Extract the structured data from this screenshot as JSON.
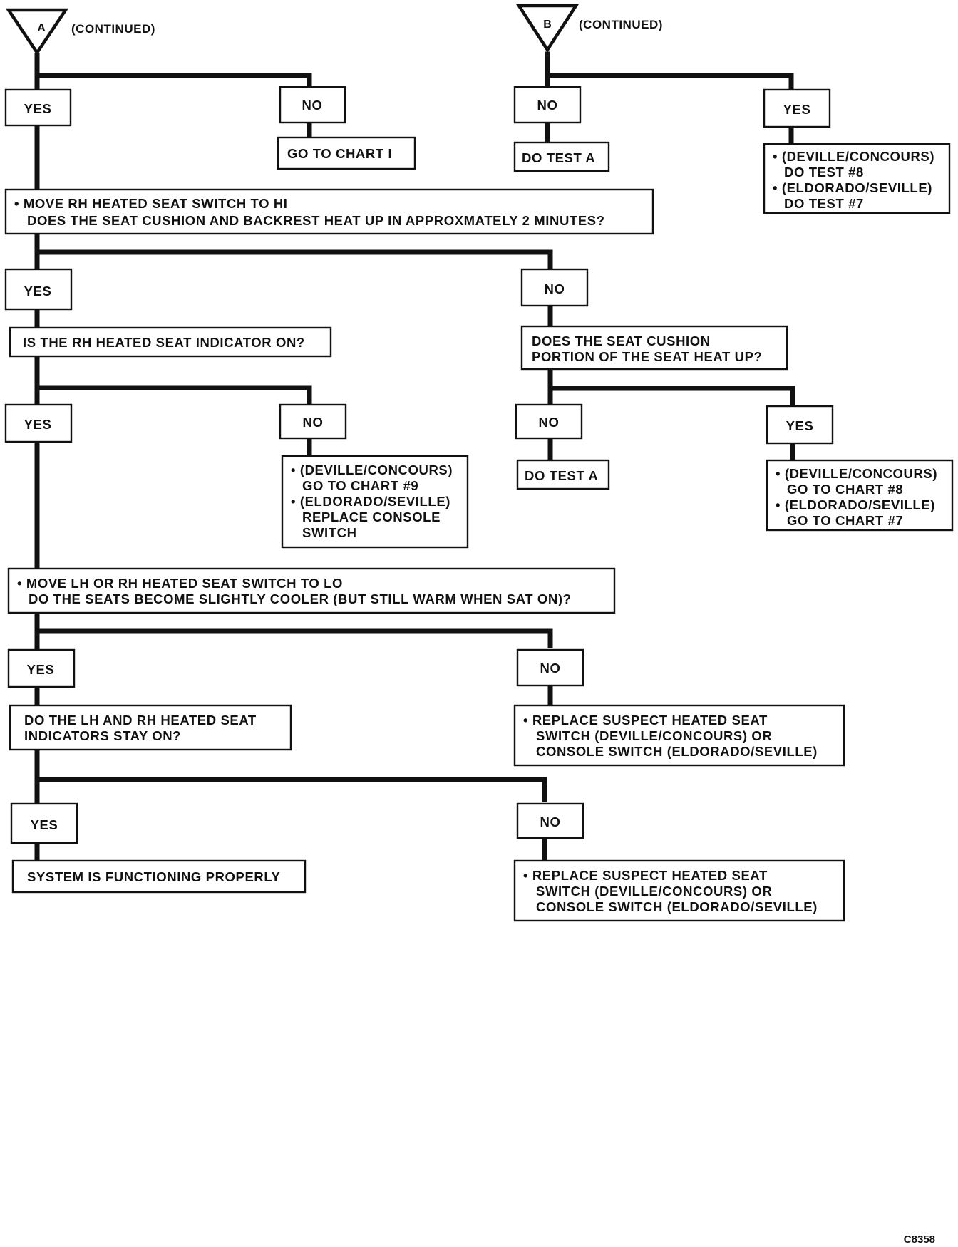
{
  "connectors": {
    "a": {
      "label": "A",
      "caption": "(CONTINUED)"
    },
    "b": {
      "label": "B",
      "caption": "(CONTINUED)"
    }
  },
  "branch_a": {
    "step1": {
      "yes": "YES",
      "no": "NO",
      "no_action": "GO TO CHART I"
    },
    "step2": {
      "question": [
        "• MOVE RH HEATED SEAT SWITCH TO HI",
        "DOES THE SEAT CUSHION AND BACKREST HEAT UP IN APPROXMATELY 2 MINUTES?"
      ],
      "yes": "YES",
      "no": "NO"
    },
    "step3": {
      "question": "IS THE RH HEATED SEAT INDICATOR ON?",
      "yes": "YES",
      "no": "NO",
      "no_action": [
        "• (DEVILLE/CONCOURS)",
        "GO TO CHART #9",
        "• (ELDORADO/SEVILLE)",
        "REPLACE CONSOLE",
        "SWITCH"
      ]
    },
    "step3b": {
      "question": [
        "DOES THE SEAT CUSHION",
        "PORTION OF THE SEAT HEAT UP?"
      ],
      "no": "NO",
      "no_action": "DO TEST A",
      "yes": "YES",
      "yes_action": [
        "• (DEVILLE/CONCOURS)",
        "GO TO CHART #8",
        "• (ELDORADO/SEVILLE)",
        "GO TO CHART #7"
      ]
    },
    "step4": {
      "question": [
        "• MOVE LH OR RH HEATED SEAT SWITCH TO LO",
        "DO THE SEATS BECOME SLIGHTLY COOLER (BUT STILL WARM WHEN SAT ON)?"
      ],
      "yes": "YES",
      "no": "NO",
      "no_action": [
        "• REPLACE SUSPECT HEATED SEAT",
        "SWITCH (DEVILLE/CONCOURS) OR",
        "CONSOLE SWITCH (ELDORADO/SEVILLE)"
      ]
    },
    "step5": {
      "question": [
        "DO THE LH AND RH HEATED SEAT",
        "INDICATORS STAY ON?"
      ],
      "yes": "YES",
      "yes_action": "SYSTEM IS FUNCTIONING PROPERLY",
      "no": "NO",
      "no_action": [
        "• REPLACE SUSPECT HEATED SEAT",
        "SWITCH (DEVILLE/CONCOURS) OR",
        "CONSOLE SWITCH (ELDORADO/SEVILLE)"
      ]
    }
  },
  "branch_b": {
    "no": "NO",
    "no_action": "DO TEST A",
    "yes": "YES",
    "yes_action": [
      "• (DEVILLE/CONCOURS)",
      "DO TEST #8",
      "• (ELDORADO/SEVILLE)",
      "DO TEST #7"
    ]
  },
  "figure_id": "C8358"
}
